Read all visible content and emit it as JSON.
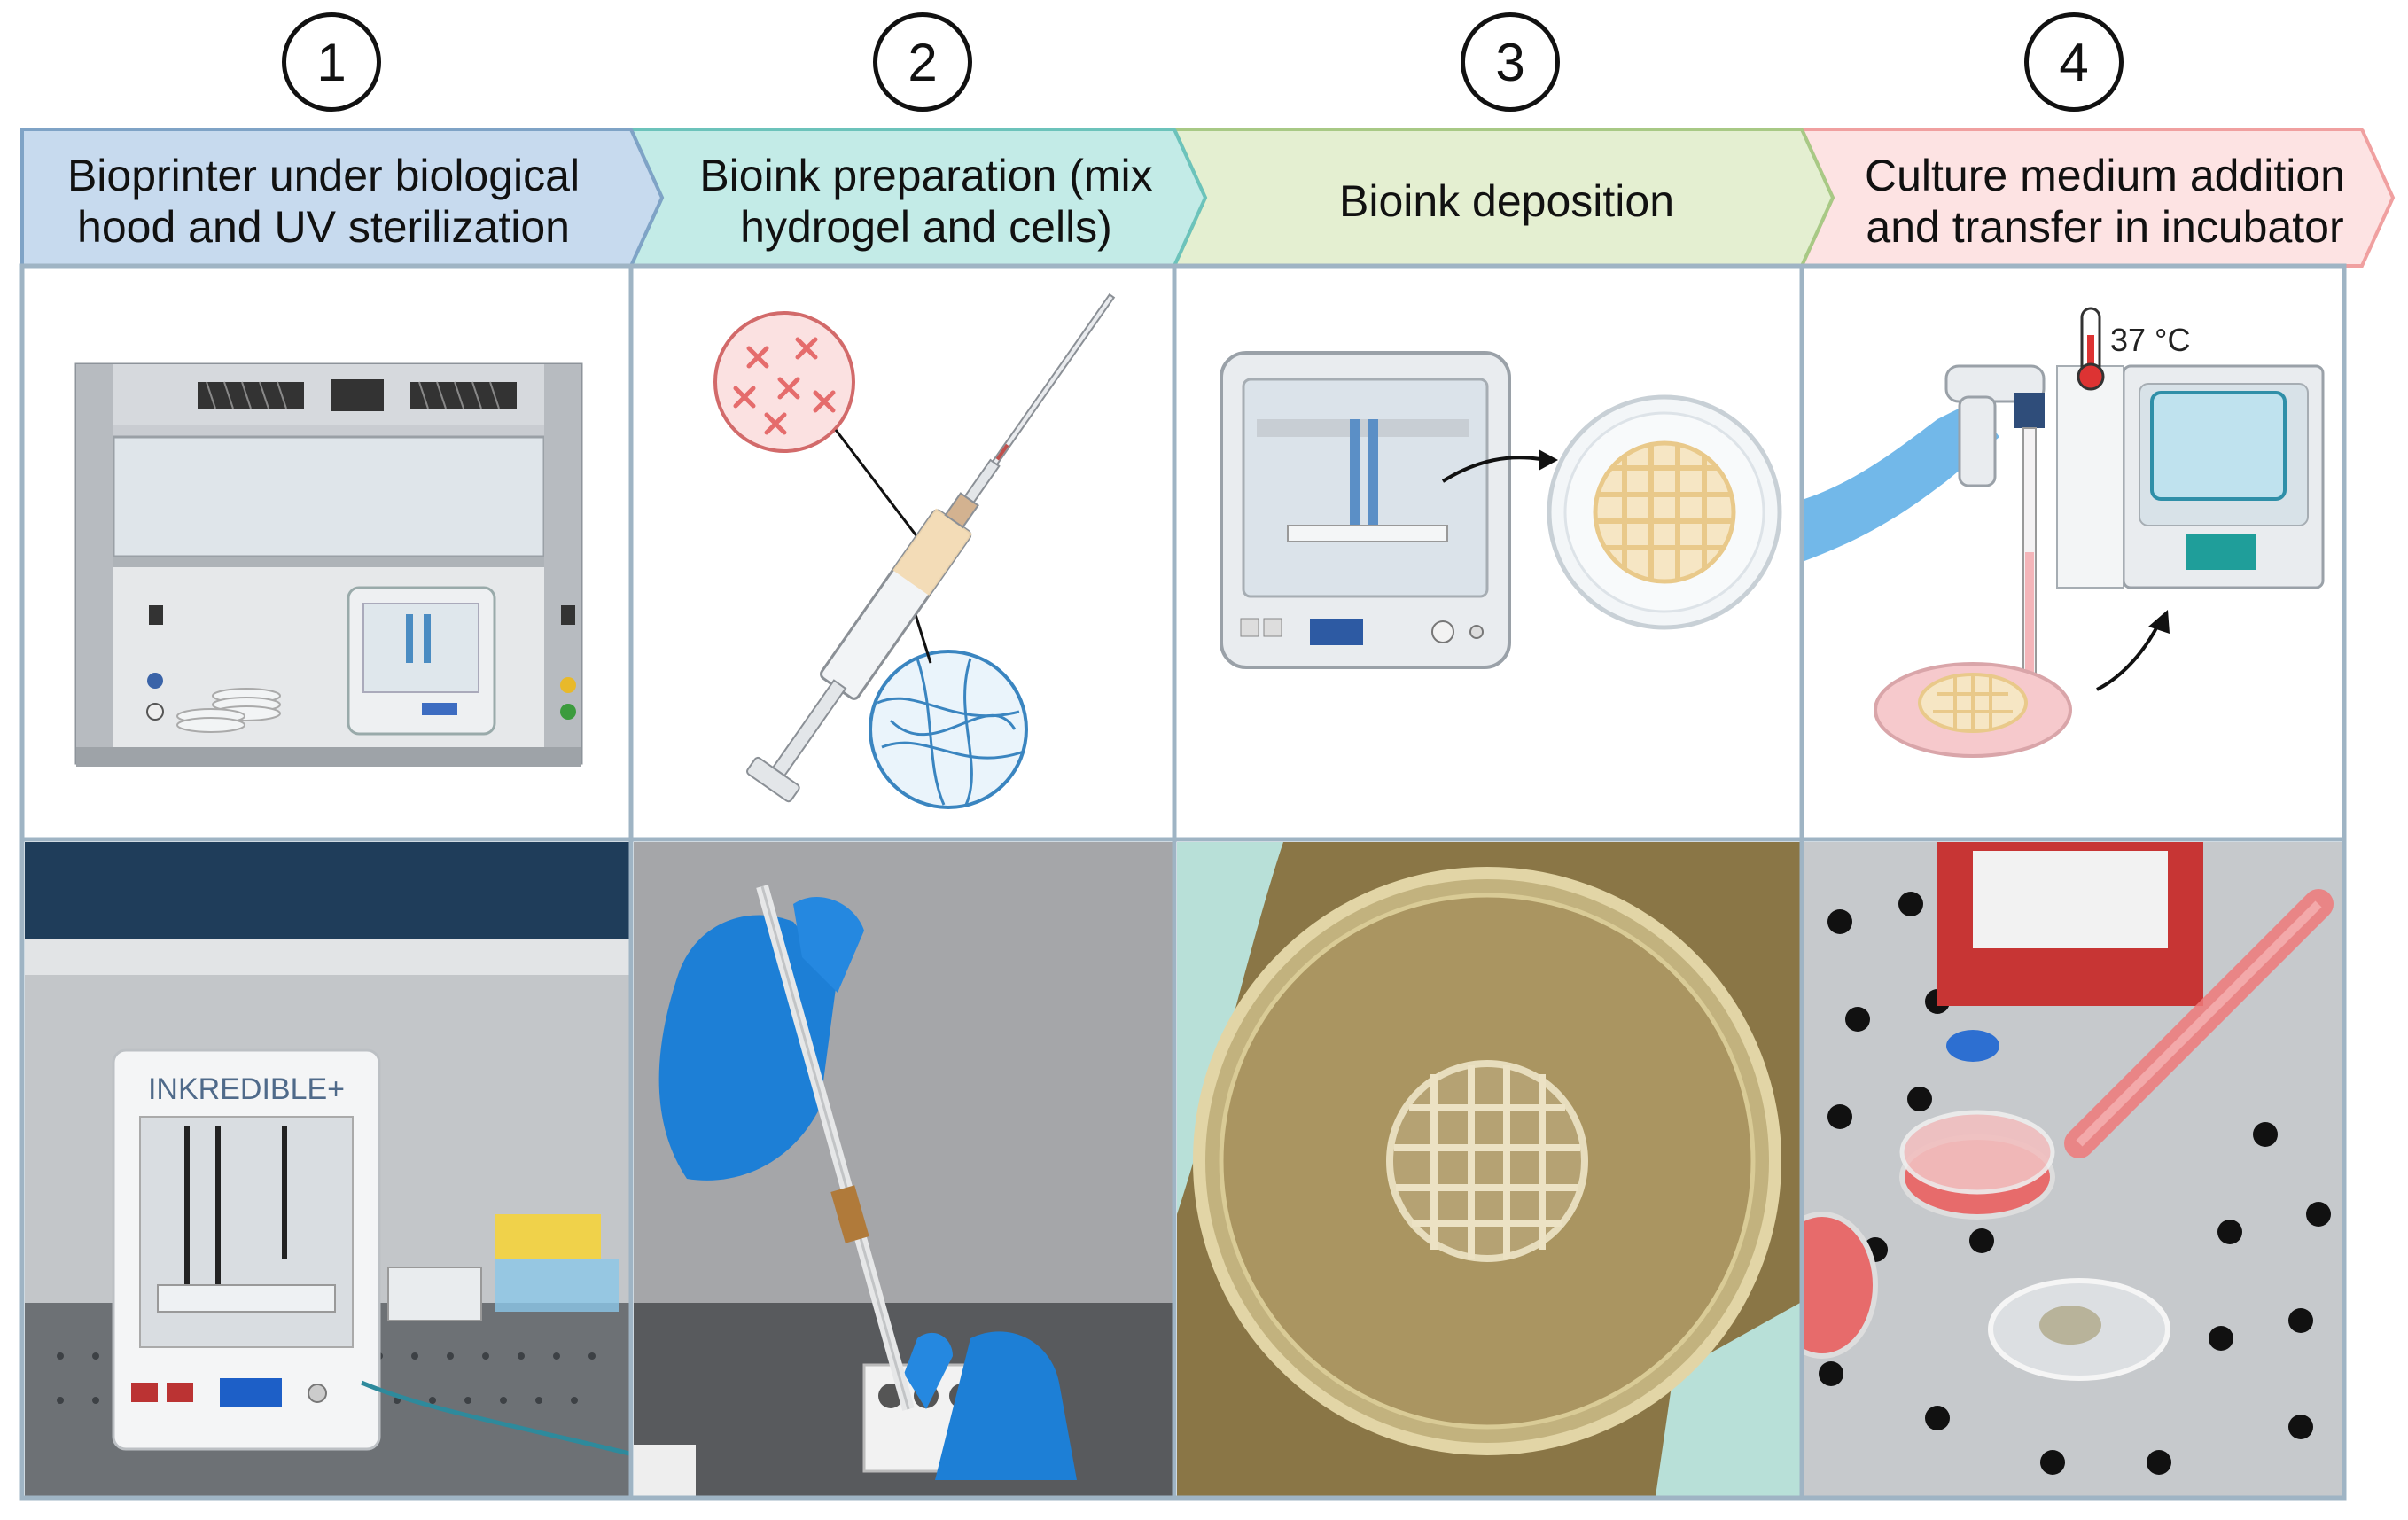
{
  "steps": [
    {
      "number": "1",
      "title": "Bioprinter under biological hood and UV sterilization",
      "color": "#c7daee",
      "border": "#7fa3c6"
    },
    {
      "number": "2",
      "title": "Bioink preparation (mix hydrogel and cells)",
      "color": "#c3ebe7",
      "border": "#6cc3bb"
    },
    {
      "number": "3",
      "title": "Bioink deposition",
      "color": "#e4efd1",
      "border": "#a8c985"
    },
    {
      "number": "4",
      "title": "Culture medium addition and transfer in incubator",
      "color": "#fde3e3",
      "border": "#f0a0a0"
    }
  ],
  "illustrations": {
    "incubator_temperature": "37 °C"
  },
  "photos": {
    "printer_brand": "INKREDIBLE+"
  }
}
